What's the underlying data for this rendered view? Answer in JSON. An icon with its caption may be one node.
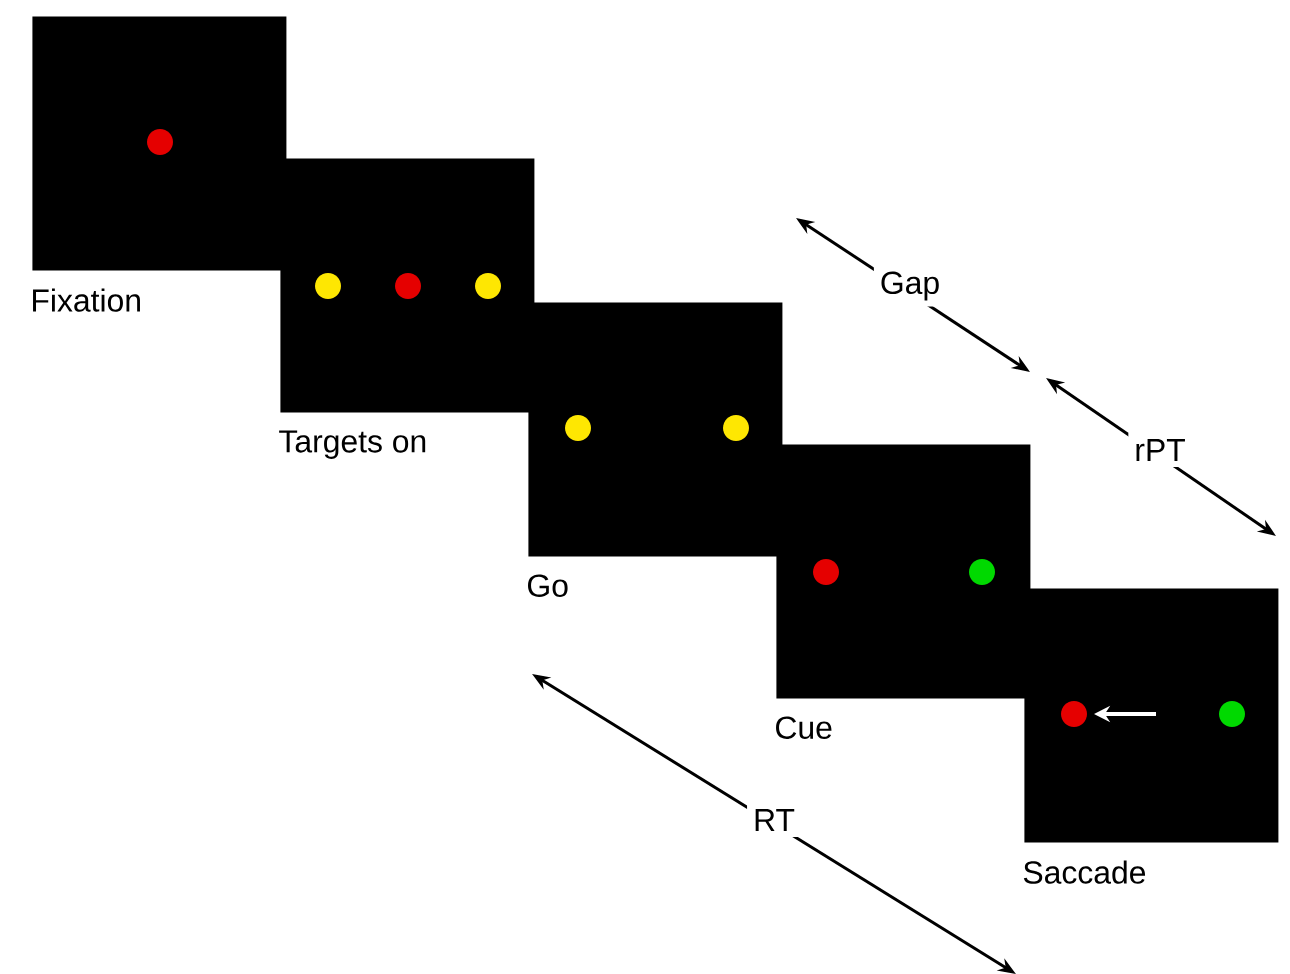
{
  "diagram": {
    "nodes": [
      {
        "text": [
          "Fixation"
        ]
      },
      {
        "text": [
          "Targets on"
        ]
      },
      {
        "text": [
          "Go"
        ]
      },
      {
        "text": [
          "Cue"
        ]
      },
      {
        "text": [
          "Saccade"
        ]
      }
    ],
    "labels": [
      "Gap",
      "rPT",
      "RT"
    ]
  }
}
